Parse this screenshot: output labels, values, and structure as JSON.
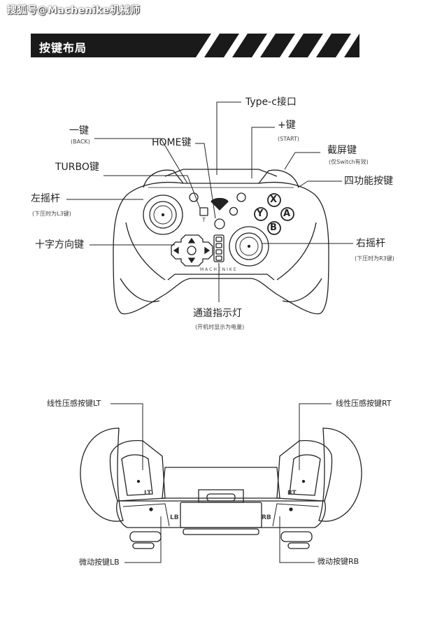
{
  "watermark": "搜狐号@Machenike机械师",
  "section_title": "按键布局",
  "colors": {
    "header": "#1a1a1a",
    "line": "#222222"
  },
  "front": {
    "type_c": "Type-c接口",
    "minus": {
      "label": "一键",
      "sub": "(BACK)"
    },
    "plus": {
      "label": "+键",
      "sub": "(START)"
    },
    "home": "HOME键",
    "screenshot": {
      "label": "截屏键",
      "sub": "(仅Switch有效)"
    },
    "turbo": "TURBO键",
    "four_buttons": "四功能按键",
    "left_stick": {
      "label": "左摇杆",
      "sub": "(下压时为L3键)"
    },
    "dpad": "十字方向键",
    "right_stick": {
      "label": "右摇杆",
      "sub": "(下压时为R3键)"
    },
    "channel": {
      "label": "通道指示灯",
      "sub": "(开机时显示为电量)"
    },
    "face": {
      "x": "X",
      "y": "Y",
      "a": "A",
      "b": "B"
    },
    "brand": "MACHENIKE",
    "small_t": "T"
  },
  "top": {
    "lt": "线性压感按键LT",
    "rt": "线性压感按键RT",
    "lb": "微动按键LB",
    "rb": "微动按键RB",
    "lt_mark": "LT",
    "rt_mark": "RT",
    "lb_mark": "LB",
    "rb_mark": "RB"
  }
}
